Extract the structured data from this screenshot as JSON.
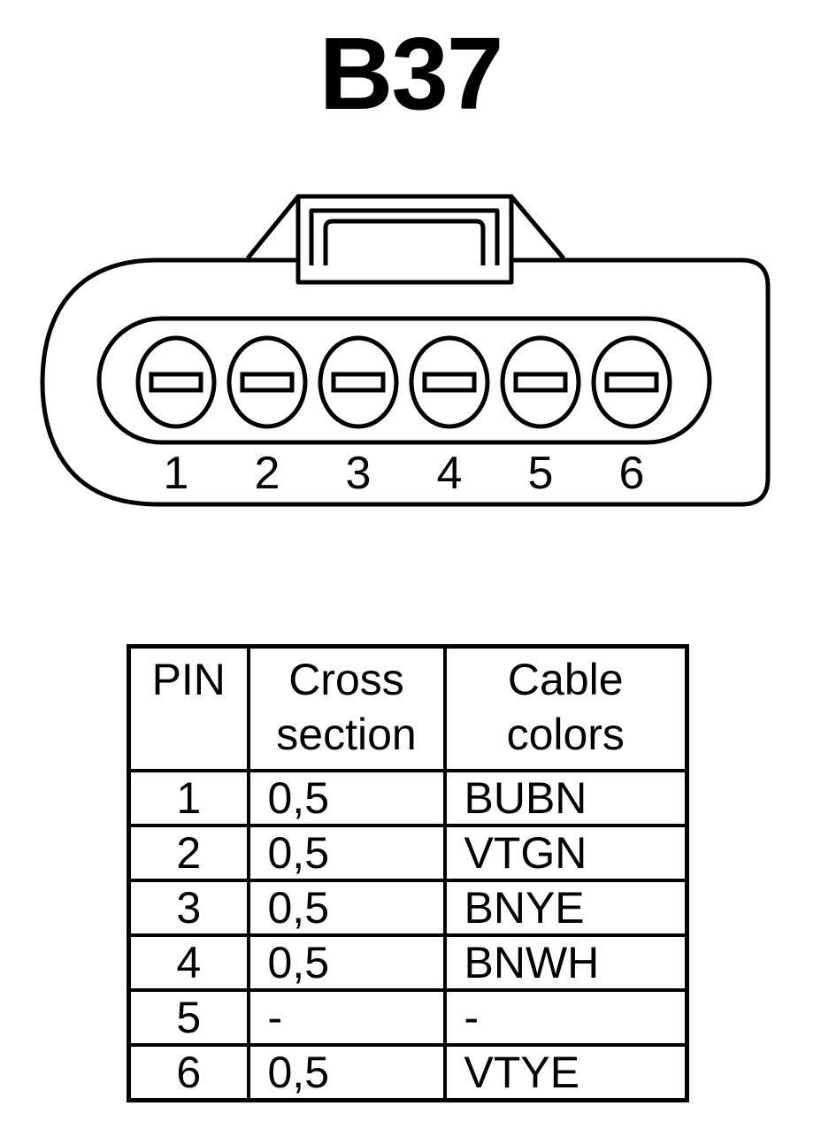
{
  "title": "B37",
  "connector": {
    "pin_labels": [
      "1",
      "2",
      "3",
      "4",
      "5",
      "6"
    ]
  },
  "table": {
    "headers": {
      "pin": [
        "PIN"
      ],
      "cross_section": [
        "Cross",
        "section"
      ],
      "cable_colors": [
        "Cable",
        "colors"
      ]
    },
    "rows": [
      {
        "pin": "1",
        "cross_section": "0,5",
        "cable_color": "BUBN"
      },
      {
        "pin": "2",
        "cross_section": "0,5",
        "cable_color": "VTGN"
      },
      {
        "pin": "3",
        "cross_section": "0,5",
        "cable_color": "BNYE"
      },
      {
        "pin": "4",
        "cross_section": "0,5",
        "cable_color": "BNWH"
      },
      {
        "pin": "5",
        "cross_section": "-",
        "cable_color": "-"
      },
      {
        "pin": "6",
        "cross_section": "0,5",
        "cable_color": "VTYE"
      }
    ]
  }
}
